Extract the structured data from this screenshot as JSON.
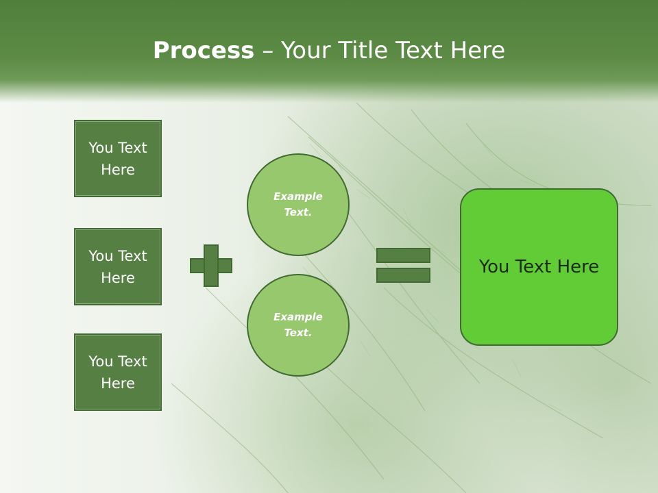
{
  "title": {
    "bold": "Process",
    "rest": " – Your Title Text Here"
  },
  "left_boxes": [
    {
      "label": "You Text Here"
    },
    {
      "label": "You Text Here"
    },
    {
      "label": "You Text Here"
    }
  ],
  "circles": [
    {
      "label": "Example Text."
    },
    {
      "label": "Example Text."
    }
  ],
  "result": {
    "label": "You Text Here"
  },
  "colors": {
    "header": "#5c8b45",
    "box_fill": "#567f44",
    "circle_fill": "#97c86e",
    "result_fill": "#62cc37",
    "outline": "#3f6a31"
  },
  "icons": {
    "operator_1": "plus-sign",
    "operator_2": "equals-sign"
  }
}
